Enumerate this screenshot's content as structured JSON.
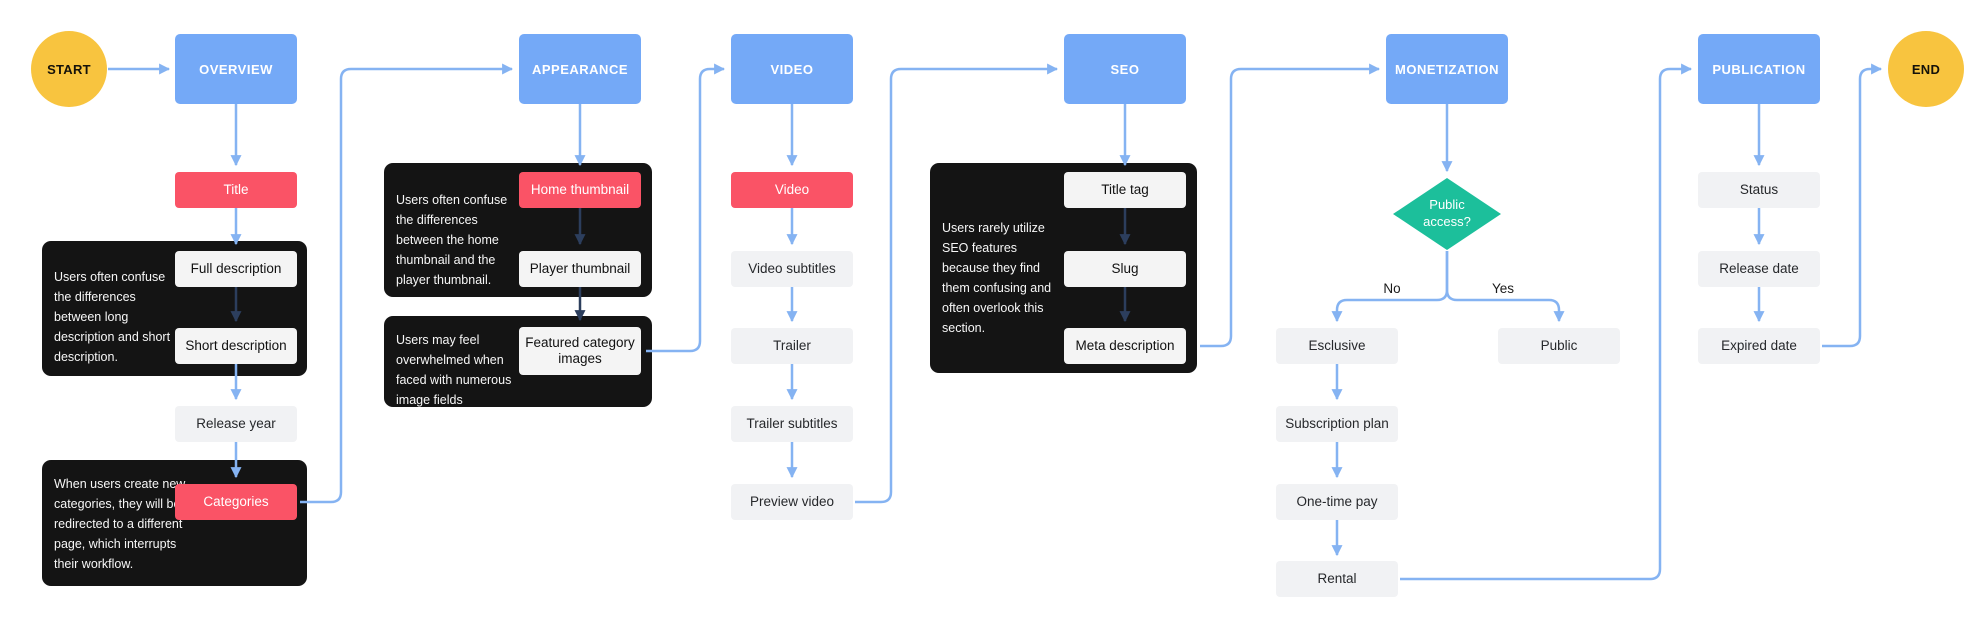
{
  "flowchart": {
    "start": {
      "label": "START"
    },
    "end": {
      "label": "END"
    },
    "stages": {
      "overview": "OVERVIEW",
      "appearance": "APPEARANCE",
      "video": "VIDEO",
      "seo": "SEO",
      "monetization": "MONETIZATION",
      "publication": "PUBLICATION"
    },
    "overview": {
      "title": "Title",
      "full_description": "Full description",
      "short_description": "Short description",
      "release_year": "Release year",
      "categories": "Categories",
      "description_note": "Users often confuse the differences between long description and short description.",
      "categories_note": "When users create new categories, they will be redirected to a different page, which interrupts their workflow."
    },
    "appearance": {
      "home_thumbnail": "Home thumbnail",
      "player_thumbnail": "Player thumbnail",
      "featured_category_images": "Featured category images",
      "thumbnail_note": "Users often confuse the differences between the home thumbnail and the player thumbnail.",
      "images_note": "Users may feel overwhelmed when faced with numerous image fields"
    },
    "video": {
      "video": "Video",
      "video_subtitles": "Video subtitles",
      "trailer": "Trailer",
      "trailer_subtitles": "Trailer subtitles",
      "preview_video": "Preview video"
    },
    "seo": {
      "title_tag": "Title tag",
      "slug": "Slug",
      "meta_description": "Meta description",
      "seo_note": "Users rarely utilize SEO features because they find them confusing and often overlook this section."
    },
    "monetization": {
      "decision": "Public access?",
      "branch_no": "No",
      "branch_yes": "Yes",
      "exclusive": "Esclusive",
      "public": "Public",
      "subscription_plan": "Subscription plan",
      "one_time_pay": "One-time pay",
      "rental": "Rental"
    },
    "publication": {
      "status": "Status",
      "release_date": "Release date",
      "expired_date": "Expired date"
    }
  },
  "colors": {
    "stage_fill": "#74a9f7",
    "terminal_fill": "#f8c43f",
    "highlight_fill": "#fa5366",
    "field_fill": "#f1f2f4",
    "note_fill": "#141414",
    "decision_fill": "#1cbf9b",
    "arrow_main": "#85b3f2",
    "arrow_dark": "#2c3e5d"
  }
}
